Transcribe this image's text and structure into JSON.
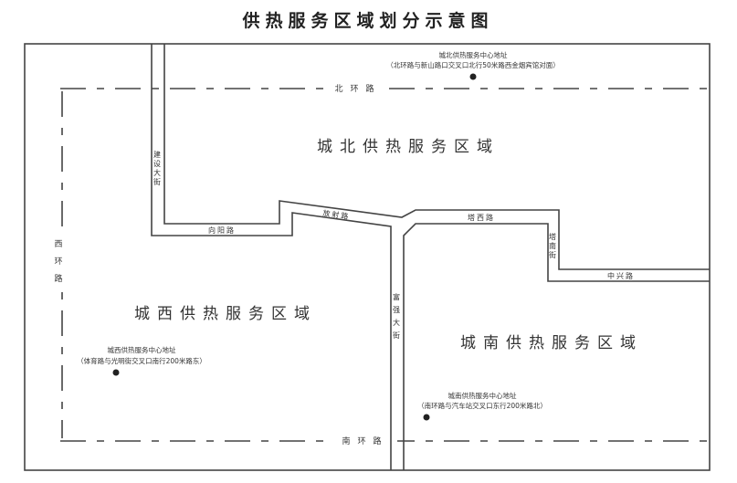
{
  "title": "供热服务区域划分示意图",
  "zones": {
    "north": "城北供热服务区域",
    "west": "城西供热服务区域",
    "south": "城南供热服务区域"
  },
  "roads": {
    "north_ring": "北环路",
    "south_ring": "南环路",
    "west_ring": [
      "西",
      "环",
      "路"
    ],
    "jianshe": [
      "建",
      "设",
      "大",
      "街"
    ],
    "xiangyang": "向阳路",
    "fangshe": "放射路",
    "taxi": "塔西路",
    "tanan": [
      "塔",
      "南",
      "街"
    ],
    "zhongxing": "中兴路",
    "fuqiang": [
      "富",
      "强",
      "大",
      "街"
    ]
  },
  "centers": {
    "north": {
      "name": "城北供热服务中心地址",
      "address": "（北环路与新山路口交叉口北行50米路西金烟宾馆对面）"
    },
    "west": {
      "name": "城西供热服务中心地址",
      "address": "（体育路与光明街交叉口南行200米路东）"
    },
    "south": {
      "name": "城南供热服务中心地址",
      "address": "（南环路与汽车站交叉口东行200米路北）"
    }
  }
}
